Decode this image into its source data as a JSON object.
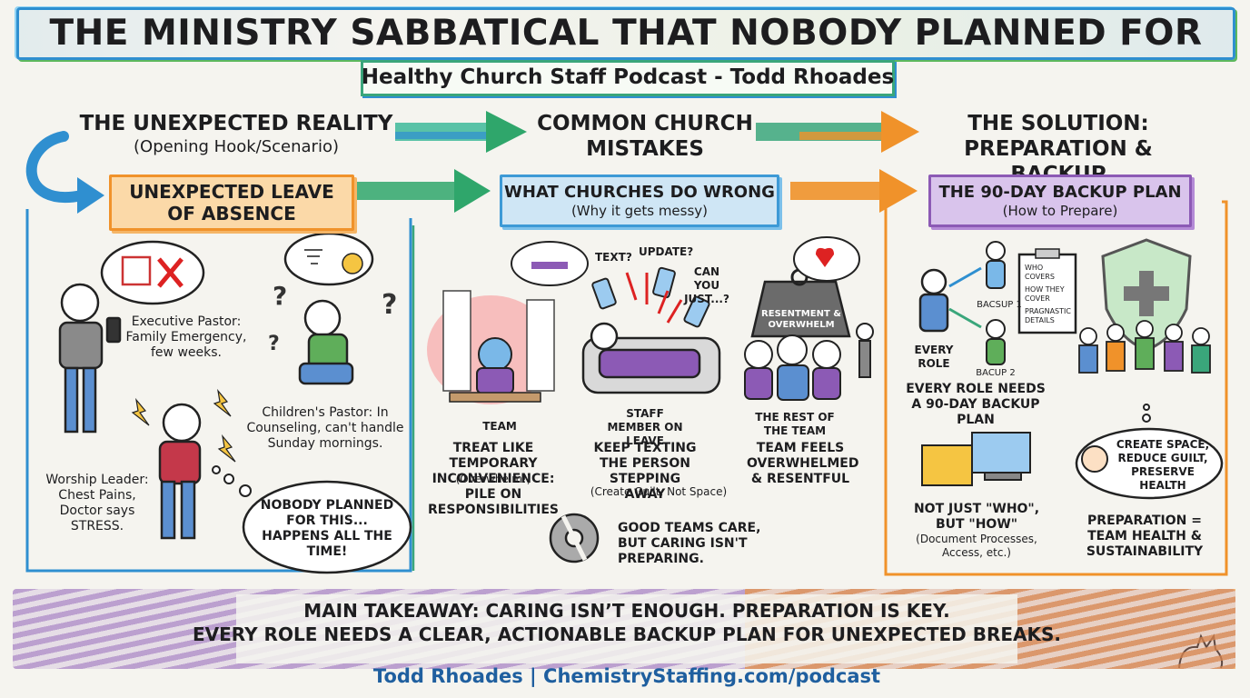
{
  "header": {
    "title": "THE MINISTRY SABBATICAL THAT NOBODY PLANNED FOR",
    "subtitle": "Healthy Church Staff Podcast - Todd Rhoades"
  },
  "columns": {
    "reality": {
      "heading": "THE UNEXPECTED REALITY",
      "subheading": "(Opening Hook/Scenario)",
      "label_line1": "UNEXPECTED LEAVE",
      "label_line2": "OF ABSENCE",
      "exec_pastor": "Executive Pastor: Family Emergency, few weeks.",
      "childrens_pastor": "Children's Pastor: In Counseling, can't handle Sunday mornings.",
      "worship_leader": "Worship Leader: Chest Pains, Doctor says STRESS.",
      "nobody_planned": "NOBODY PLANNED FOR THIS... HAPPENS ALL THE TIME!"
    },
    "mistakes": {
      "heading_line1": "COMMON CHURCH",
      "heading_line2": "MISTAKES",
      "label_line1": "WHAT CHURCHES DO WRONG",
      "label_line2": "(Why it gets messy)",
      "team_tag": "TEAM",
      "team_text": "TREAT LIKE TEMPORARY INCONVENIENCE: PILE ON RESPONSIBILITIES",
      "team_note": "(Overwhelm!)",
      "phone_text": "TEXT?",
      "phone_update": "UPDATE?",
      "phone_canyou": "CAN YOU JUST...?",
      "staff_tag": "STAFF MEMBER ON LEAVE",
      "staff_text": "KEEP TEXTING THE PERSON STEPPING AWAY",
      "staff_note": "(Create Guilt, Not Space)",
      "weight_text": "RESENTMENT & OVERWHELM",
      "rest_tag": "THE REST OF THE TEAM",
      "rest_text": "TEAM FEELS OVERWHELMED & RESENTFUL",
      "gear_text": "GOOD TEAMS CARE, BUT CARING ISN'T PREPARING."
    },
    "solution": {
      "heading_line1": "THE SOLUTION:",
      "heading_line2": "PREPARATION & BACKUP",
      "label_line1": "THE 90-DAY BACKUP PLAN",
      "label_line2": "(How to Prepare)",
      "every_role": "EVERY ROLE",
      "backup1": "BACSUP 1",
      "backup2": "BACUP 2",
      "clip_item1": "WHO COVERS",
      "clip_item2": "HOW THEY COVER",
      "clip_item3": "PRAGNASTIC DETAILS",
      "needs_text": "EVERY ROLE NEEDS A 90-DAY BACKUP PLAN",
      "not_just": "NOT JUST \"WHO\", BUT \"HOW\"",
      "not_just_note": "(Document Processes, Access, etc.)",
      "create_space": "CREATE SPACE, REDUCE GUILT, PRESERVE HEALTH",
      "prep_text": "PREPARATION = TEAM HEALTH & SUSTAINABILITY"
    }
  },
  "footer": {
    "takeaway_line1": "MAIN TAKEAWAY: CARING ISN’T ENOUGH. PREPARATION IS KEY.",
    "takeaway_line2": "EVERY ROLE NEEDS A CLEAR, ACTIONABLE BACKUP PLAN FOR UNEXPECTED BREAKS.",
    "credit": "Todd Rhoades | ChemistryStaffing.com/podcast"
  },
  "colors": {
    "orange": "#f0922a",
    "blue": "#3d9ad6",
    "green": "#3aa67b",
    "purple": "#8c5ab5"
  }
}
